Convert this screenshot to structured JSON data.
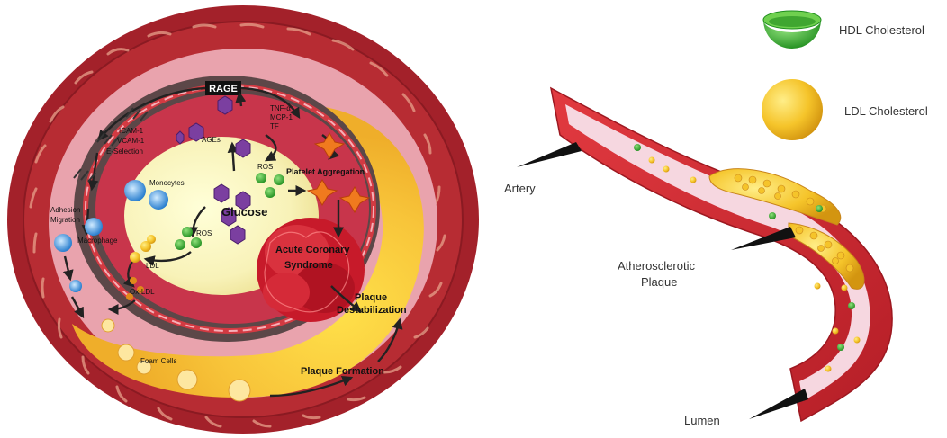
{
  "left_diagram": {
    "labels": {
      "rage": "RAGE",
      "tnf": "TNF-α",
      "mcp": "MCP-1",
      "tf": "TF",
      "icam": "ICAM-1",
      "vcam": "VCAM-1",
      "eselection": "E-Selection",
      "ages": "AGEs",
      "ros_top": "ROS",
      "platelet_aggregation": "Platelet  Aggregation",
      "monocytes": "Monocytes",
      "glucose": "Glucose",
      "adhesion": "Adhesion",
      "migration": "Migration",
      "macrophage": "Macrophage",
      "ros_lower": "ROS",
      "acs_line1": "Acute Coronary",
      "acs_line2": "Syndrome",
      "ldl": "LDL",
      "oxldl": "Ox-LDL",
      "plaque_destab_line1": "Plaque",
      "plaque_destab_line2": "Destabilization",
      "foam_cells": "Foam Cells",
      "plaque_formation": "Plaque Formation"
    }
  },
  "right_diagram": {
    "legend": [
      {
        "label": "HDL Cholesterol",
        "color": "#2fa82a"
      },
      {
        "label": "LDL Cholesterol",
        "color": "#f2b51a"
      }
    ],
    "labels": {
      "artery": "Artery",
      "athero_line1": "Atherosclerotic",
      "athero_line2": "Plaque",
      "lumen": "Lumen"
    }
  },
  "colors": {
    "vessel_outer": "#a3212a",
    "vessel_wall": "#d2333b",
    "lumen_pink": "#f4c7cf",
    "plaque_yellow": "#f5c634",
    "hdl_green": "#2fa82a",
    "ldl_yellow": "#f2b51a",
    "ages_purple": "#7b3fa0",
    "monocyte_blue": "#3f9be0"
  }
}
